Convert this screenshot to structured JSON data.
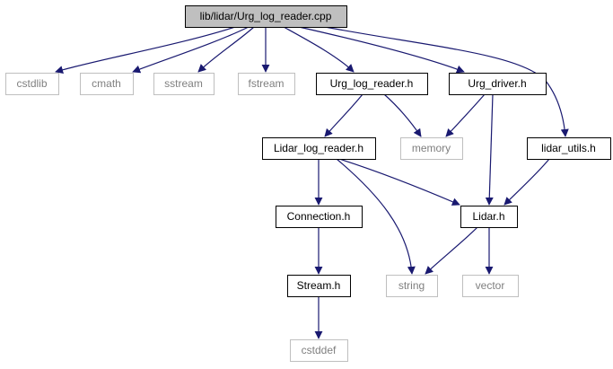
{
  "diagram": {
    "colors": {
      "edge": "#191970",
      "root_fill": "#bfbfbf",
      "node_border_dark": "#000000",
      "node_border_light": "#bfbfbf",
      "text_dark": "#000000",
      "text_light": "#7f7f7f",
      "background": "#ffffff"
    },
    "nodes": [
      {
        "id": "root",
        "label": "lib/lidar/Urg_log_reader.cpp",
        "style": "root"
      },
      {
        "id": "cstdlib",
        "label": "cstdlib",
        "style": "external"
      },
      {
        "id": "cmath",
        "label": "cmath",
        "style": "external"
      },
      {
        "id": "sstream",
        "label": "sstream",
        "style": "external"
      },
      {
        "id": "fstream",
        "label": "fstream",
        "style": "external"
      },
      {
        "id": "urg_log_reader_h",
        "label": "Urg_log_reader.h",
        "style": "local"
      },
      {
        "id": "urg_driver_h",
        "label": "Urg_driver.h",
        "style": "local"
      },
      {
        "id": "lidar_utils_h",
        "label": "lidar_utils.h",
        "style": "local"
      },
      {
        "id": "lidar_log_reader_h",
        "label": "Lidar_log_reader.h",
        "style": "local"
      },
      {
        "id": "memory",
        "label": "memory",
        "style": "external"
      },
      {
        "id": "connection_h",
        "label": "Connection.h",
        "style": "local"
      },
      {
        "id": "lidar_h",
        "label": "Lidar.h",
        "style": "local"
      },
      {
        "id": "stream_h",
        "label": "Stream.h",
        "style": "local"
      },
      {
        "id": "string",
        "label": "string",
        "style": "external"
      },
      {
        "id": "vector",
        "label": "vector",
        "style": "external"
      },
      {
        "id": "cstddef",
        "label": "cstddef",
        "style": "external"
      }
    ],
    "edges": [
      {
        "from": "root",
        "to": "cstdlib"
      },
      {
        "from": "root",
        "to": "cmath"
      },
      {
        "from": "root",
        "to": "sstream"
      },
      {
        "from": "root",
        "to": "fstream"
      },
      {
        "from": "root",
        "to": "urg_log_reader_h"
      },
      {
        "from": "root",
        "to": "urg_driver_h"
      },
      {
        "from": "root",
        "to": "lidar_utils_h"
      },
      {
        "from": "urg_log_reader_h",
        "to": "lidar_log_reader_h"
      },
      {
        "from": "urg_log_reader_h",
        "to": "memory"
      },
      {
        "from": "urg_driver_h",
        "to": "memory"
      },
      {
        "from": "urg_driver_h",
        "to": "lidar_h"
      },
      {
        "from": "lidar_utils_h",
        "to": "lidar_h"
      },
      {
        "from": "lidar_log_reader_h",
        "to": "connection_h"
      },
      {
        "from": "lidar_log_reader_h",
        "to": "lidar_h"
      },
      {
        "from": "lidar_log_reader_h",
        "to": "string"
      },
      {
        "from": "connection_h",
        "to": "stream_h"
      },
      {
        "from": "lidar_h",
        "to": "string"
      },
      {
        "from": "lidar_h",
        "to": "vector"
      },
      {
        "from": "stream_h",
        "to": "cstddef"
      }
    ]
  }
}
